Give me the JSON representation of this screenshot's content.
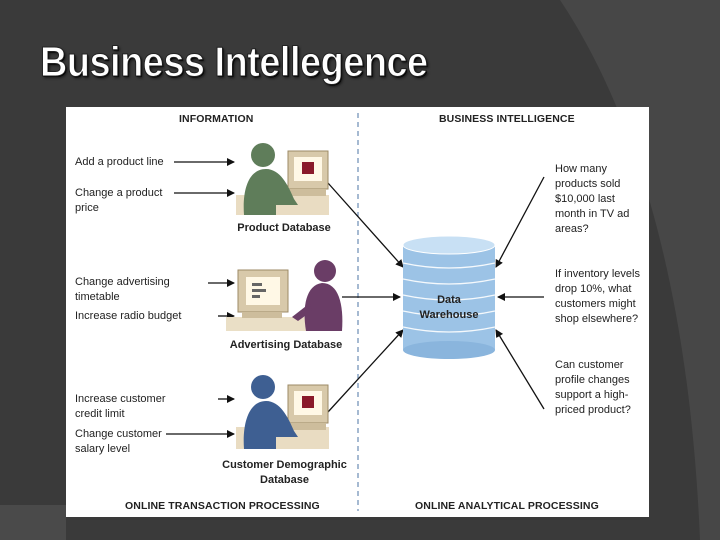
{
  "slide": {
    "title": "Business Intellegence"
  },
  "diagram": {
    "left_header": "INFORMATION",
    "right_header": "BUSINESS INTELLIGENCE",
    "left_footer": "ONLINE TRANSACTION PROCESSING",
    "right_footer": "ONLINE ANALYTICAL PROCESSING",
    "center": {
      "line1": "Data",
      "line2": "Warehouse"
    },
    "databases": [
      {
        "name": "Product Database",
        "inputs": [
          "Add a product line",
          "Change a product price"
        ]
      },
      {
        "name": "Advertising Database",
        "inputs": [
          "Change advertising timetable",
          "Increase radio budget"
        ]
      },
      {
        "name": "Customer Demographic Database",
        "inputs": [
          "Increase customer credit limit",
          "Change customer salary level"
        ]
      }
    ],
    "questions": [
      "How many products sold $10,000 last month in TV ad areas?",
      "If inventory levels drop 10%, what customers might shop elsewhere?",
      "Can customer profile changes support a high-priced product?"
    ],
    "colors": {
      "product_person": "#5f7d5a",
      "advertising_person": "#6a3d66",
      "customer_person": "#3e5f92",
      "cylinder": "#9cc3e6",
      "divider": "#6b8db5"
    }
  }
}
